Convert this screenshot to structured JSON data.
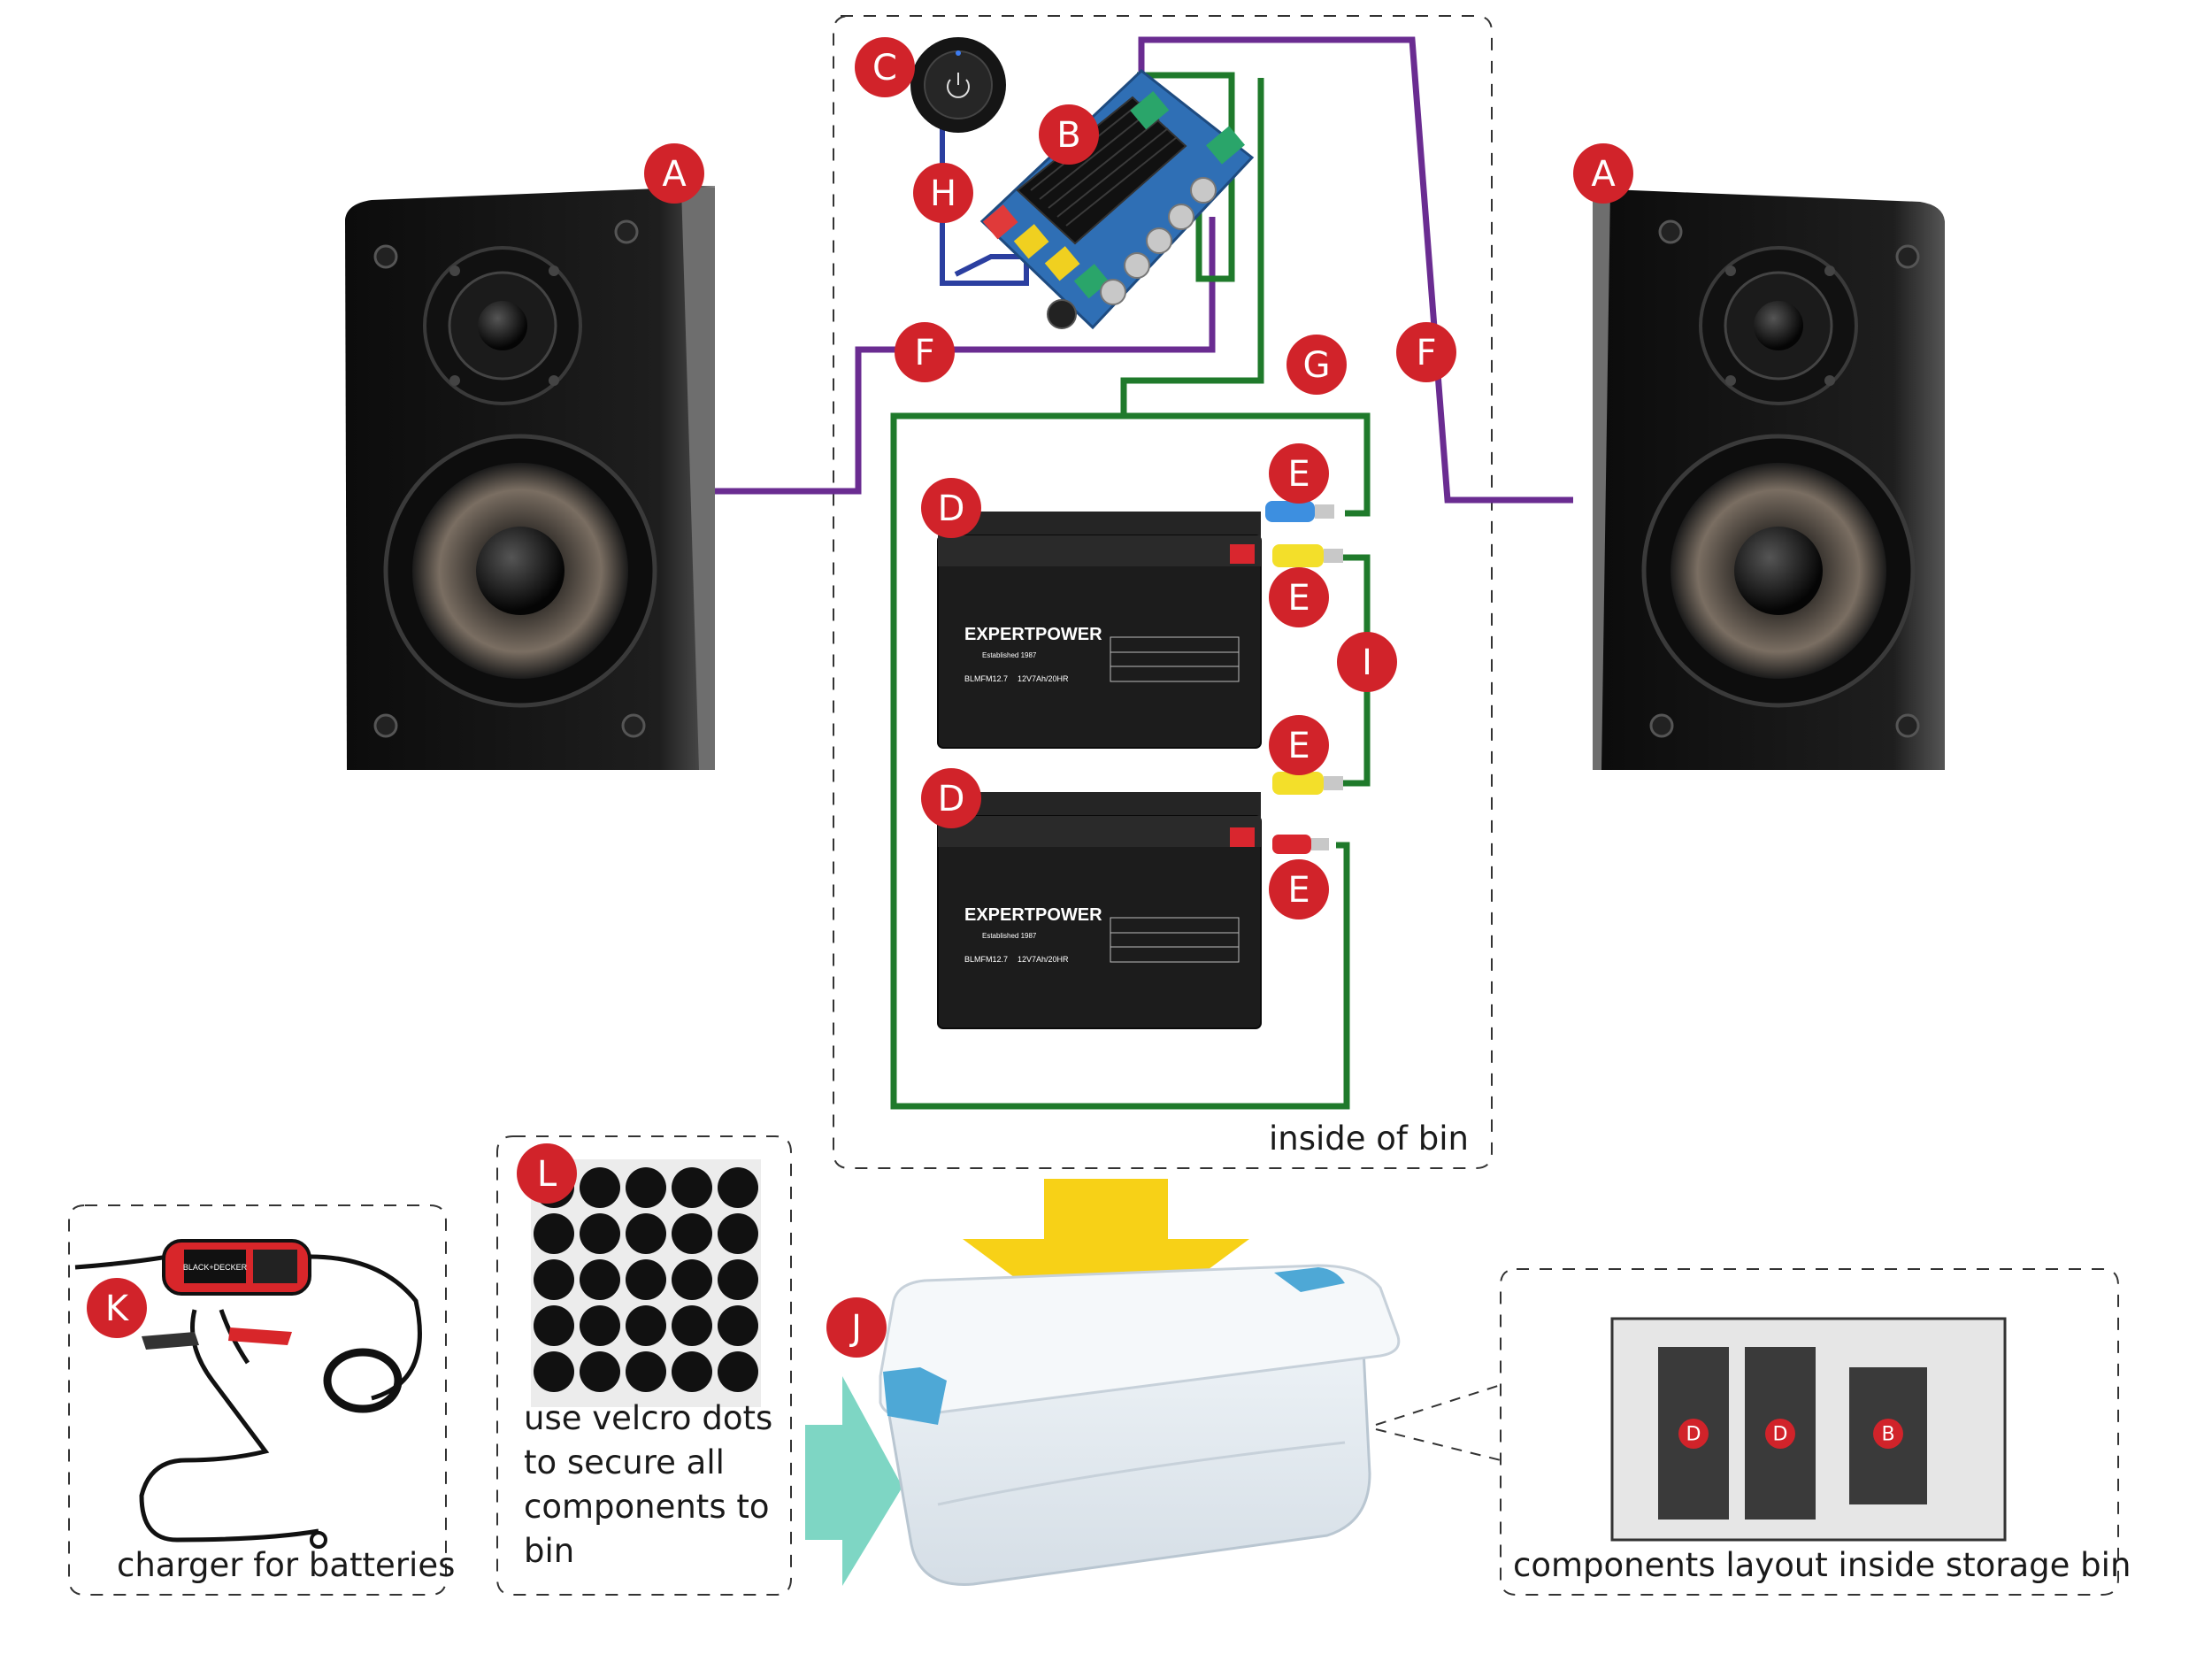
{
  "labels": {
    "A": "A",
    "B": "B",
    "C": "C",
    "D": "D",
    "E": "E",
    "F": "F",
    "G": "G",
    "H": "H",
    "I": "I",
    "J": "J",
    "K": "K",
    "L": "L"
  },
  "captions": {
    "inside_bin": "inside of bin",
    "charger": "charger for batteries",
    "velcro": "use velcro dots to secure all components to bin",
    "layout": "components layout inside storage bin"
  },
  "battery": {
    "brand": "EXPERTPOWER",
    "established": "Established 1987",
    "model": "BLMFM12.7",
    "rating": "12V7Ah/20HR"
  },
  "charger_brand": "BLACK+DECKER",
  "layout_labels": [
    "D",
    "D",
    "B"
  ],
  "colors": {
    "badge": "#d1232a",
    "wire_purple": "#6a2c91",
    "wire_green": "#1f7a2b",
    "wire_blue": "#2b3fa0",
    "arrow_yellow": "#f7d117",
    "arrow_teal": "#7ed6c4",
    "terminal_blue": "#3d8fe0",
    "terminal_yellow": "#f3df2a",
    "terminal_red": "#d9262e"
  },
  "icons": [
    "speaker",
    "amplifier-board",
    "power-button",
    "battery",
    "crimp-terminal",
    "storage-bin",
    "battery-charger",
    "velcro-dots"
  ]
}
